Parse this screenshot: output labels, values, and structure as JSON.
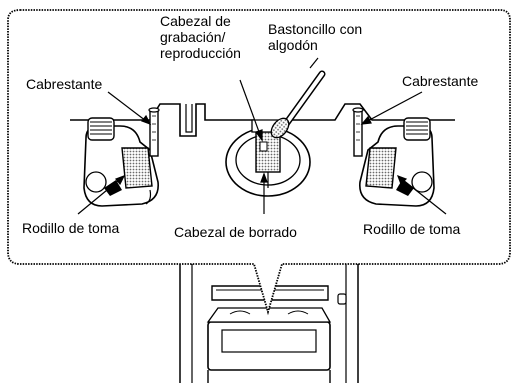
{
  "labels": {
    "head": "Cabezal de\ngrabación/\nreproducción",
    "swab": "Bastoncillo con\nalgodón",
    "capstan_left": "Cabrestante",
    "capstan_right": "Cabrestante",
    "pinch_left": "Rodillo de toma",
    "pinch_right": "Rodillo de toma",
    "erase": "Cabezal de borrado"
  },
  "colors": {
    "stroke": "#000000",
    "shade": "#8a8a8a",
    "shade_light": "#c8c8c8",
    "paper": "#ffffff"
  },
  "icons": {
    "swab": "cotton-swab-icon",
    "capstan": "capstan-icon",
    "pinch_roller": "pinch-roller-icon",
    "head": "tape-head-icon",
    "cassette": "cassette-icon"
  }
}
